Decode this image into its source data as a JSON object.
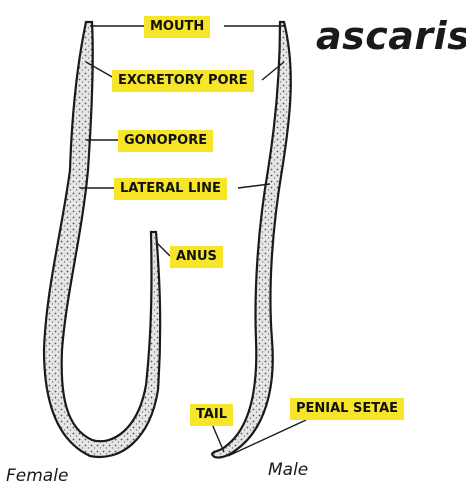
{
  "title": "ascaris",
  "labels": {
    "mouth": "MOUTH",
    "excretory_pore": "EXCRETORY PORE",
    "gonopore": "GONOPORE",
    "lateral_line": "LATERAL LINE",
    "anus": "ANUS",
    "tail": "TAIL",
    "penial_setae": "PENIAL SETAE"
  },
  "sexes": {
    "female": "Female",
    "male": "Male"
  },
  "colors": {
    "label_background": "#f7e52a",
    "ink": "#1a1a1a",
    "body_fill": "#d9d9d9"
  }
}
